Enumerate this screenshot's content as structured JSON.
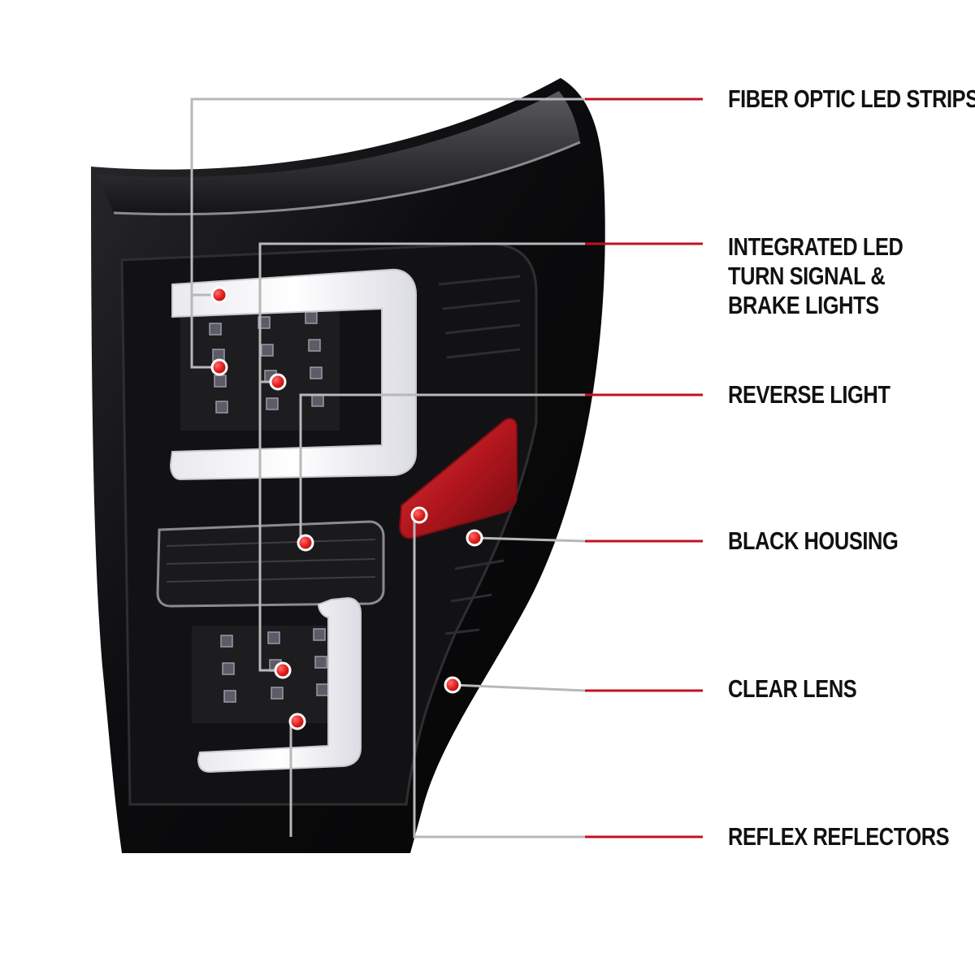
{
  "colors": {
    "background": "#ffffff",
    "callout_line": "#b8b8b8",
    "callout_accent": "#c1121f",
    "callout_dot": "#e01e1e",
    "housing": "#0b0b0c",
    "light_bar": "#f2f2f5",
    "reflector": "#b3161d",
    "text": "#111111"
  },
  "callouts": [
    {
      "id": "fiber-optic-led-strips",
      "lines": [
        "FIBER OPTIC LED STRIPS"
      ]
    },
    {
      "id": "integrated-led-turn-signal-brake-lights",
      "lines": [
        "INTEGRATED LED",
        "TURN SIGNAL &",
        "BRAKE LIGHTS"
      ]
    },
    {
      "id": "reverse-light",
      "lines": [
        "REVERSE LIGHT"
      ]
    },
    {
      "id": "black-housing",
      "lines": [
        "BLACK HOUSING"
      ]
    },
    {
      "id": "clear-lens",
      "lines": [
        "CLEAR LENS"
      ]
    },
    {
      "id": "reflex-reflectors",
      "lines": [
        "REFLEX REFLECTORS"
      ]
    }
  ]
}
